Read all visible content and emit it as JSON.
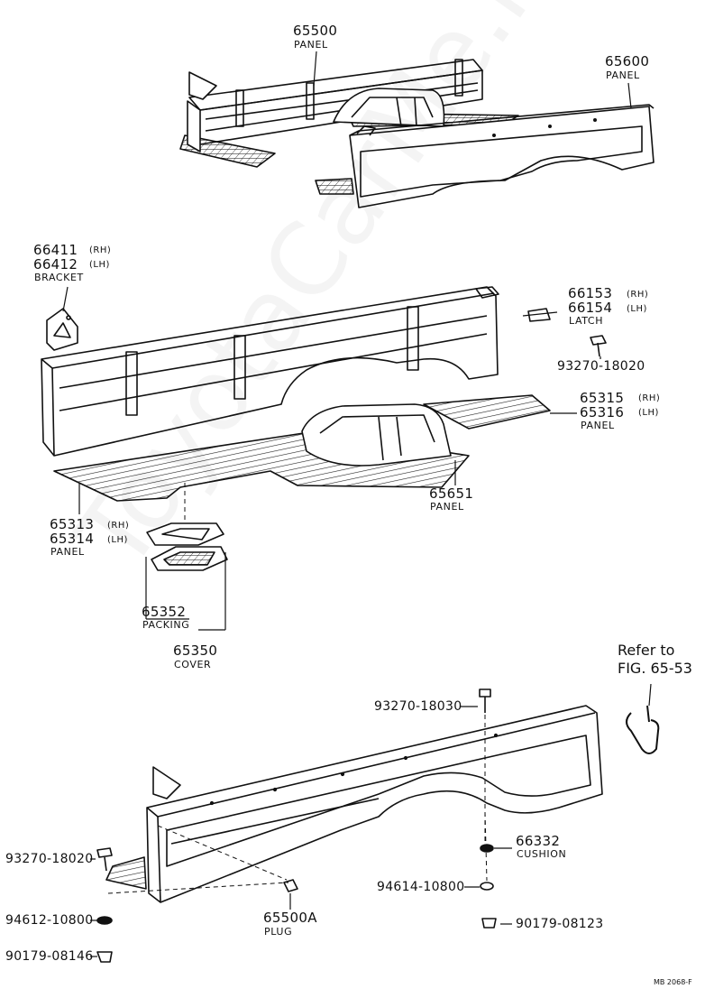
{
  "watermark": "ToyotaCarMe.ru",
  "footer_code": "MB  2068-F",
  "parts": {
    "p65500": {
      "number": "65500",
      "name": "PANEL"
    },
    "p65600": {
      "number": "65600",
      "name": "PANEL"
    },
    "p66411": {
      "number": "66411",
      "side": "(RH)"
    },
    "p66412": {
      "number": "66412",
      "side": "(LH)",
      "name": "BRACKET"
    },
    "p66153": {
      "number": "66153",
      "side": "(RH)"
    },
    "p66154": {
      "number": "66154",
      "side": "(LH)",
      "name": "LATCH"
    },
    "p93270_18020_top": {
      "number": "93270-18020"
    },
    "p65315": {
      "number": "65315",
      "side": "(RH)"
    },
    "p65316": {
      "number": "65316",
      "side": "(LH)",
      "name": "PANEL"
    },
    "p65651": {
      "number": "65651",
      "name": "PANEL"
    },
    "p65313": {
      "number": "65313",
      "side": "(RH)"
    },
    "p65314": {
      "number": "65314",
      "side": "(LH)",
      "name": "PANEL"
    },
    "p65352": {
      "number": "65352",
      "name": "PACKING"
    },
    "p65350": {
      "number": "65350",
      "name": "COVER"
    },
    "refer": {
      "line1": "Refer to",
      "line2": "FIG. 65-53"
    },
    "p93270_18030": {
      "number": "93270-18030"
    },
    "p93270_18020_bot": {
      "number": "93270-18020"
    },
    "p66332": {
      "number": "66332",
      "name": "CUSHION"
    },
    "p94614_10800": {
      "number": "94614-10800"
    },
    "p94612_10800": {
      "number": "94612-10800"
    },
    "p65500A": {
      "number": "65500A",
      "name": "PLUG"
    },
    "p90179_08123": {
      "number": "90179-08123"
    },
    "p90179_08146": {
      "number": "90179-08146"
    }
  }
}
